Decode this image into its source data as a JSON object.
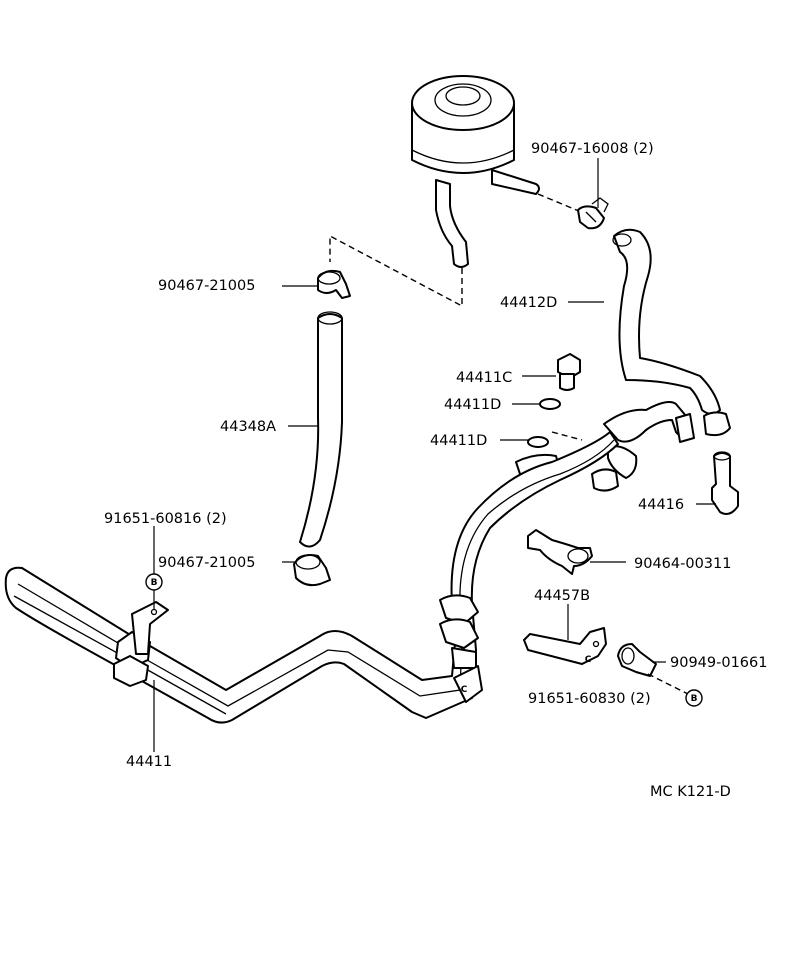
{
  "labels": {
    "clip_return_reservoir": "90467-16008 (2)",
    "clip_reservoir_hose": "90467-21005",
    "hose_return": "44412D",
    "union_bolt": "44411C",
    "gasket_upper": "44411D",
    "gasket_lower": "44411D",
    "hose_suction": "44348A",
    "tube_fitting": "44416",
    "bolt_ref_left": "91651-60816 (2)",
    "clip_pump_hose": "90467-21005",
    "clamp": "90464-00311",
    "bracket": "44457B",
    "clamp_tube": "90949-01661",
    "bolt_ref_right": "91651-60830 (2)",
    "tube_assy": "44411"
  },
  "bolt_marker": "B",
  "clip_marker": "C",
  "reference_code": "MC  K121-D"
}
